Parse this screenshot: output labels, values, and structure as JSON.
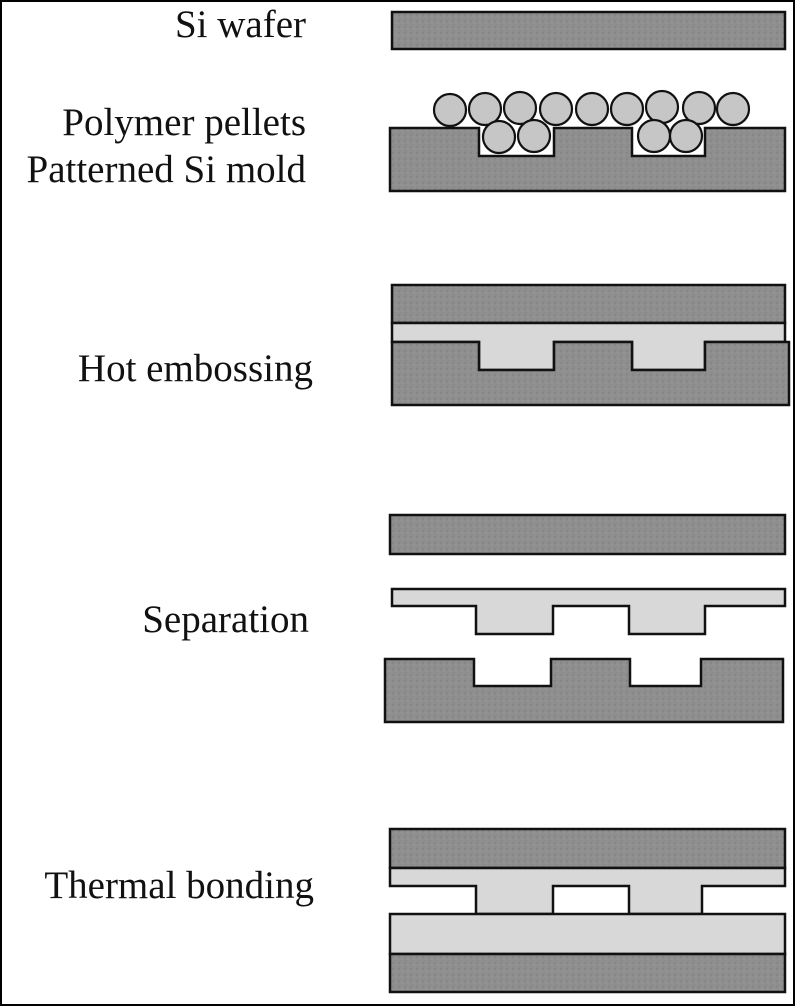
{
  "steps": [
    {
      "id": "si-wafer",
      "label": "Si wafer"
    },
    {
      "id": "polymer-pellets",
      "label": "Polymer pellets"
    },
    {
      "id": "patterned-mold",
      "label": "Patterned Si mold"
    },
    {
      "id": "hot-embossing",
      "label": "Hot embossing"
    },
    {
      "id": "separation",
      "label": "Separation"
    },
    {
      "id": "thermal-bonding",
      "label": "Thermal bonding"
    }
  ],
  "colors": {
    "silicon": "#8f8f8f",
    "polymer": "#d8d8d8",
    "pellet": "#c6c6c6",
    "outline": "#111111",
    "background": "#ffffff"
  }
}
